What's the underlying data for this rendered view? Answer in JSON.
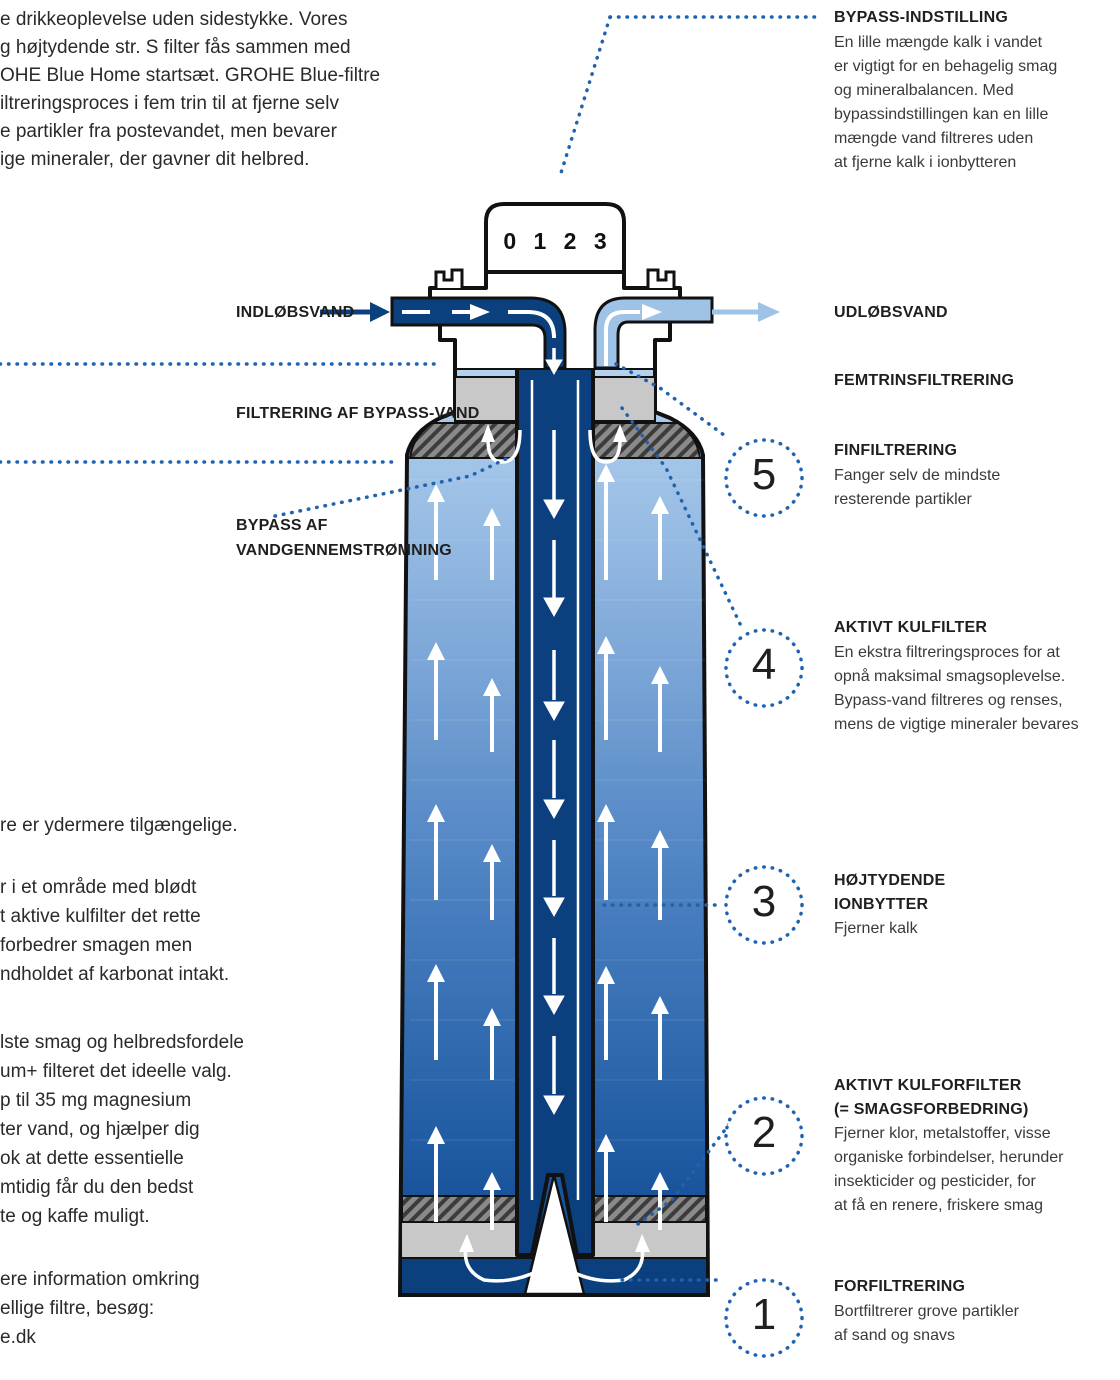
{
  "intro": {
    "lines": [
      "e drikkeoplevelse uden sidestykke. Vores",
      "g højtydende str. S filter fås sammen med",
      "OHE Blue Home startsæt. GROHE Blue-filtre",
      "iltreringsproces i fem trin til at fjerne selv",
      "e partikler fra postevandet, men bevarer",
      "ige mineraler, der gavner dit helbred."
    ]
  },
  "side_text": {
    "line_a": "re er ydermere tilgængelige.",
    "block_b": [
      "r i et område med blødt",
      "t aktive kulfilter det rette",
      "forbedrer smagen men",
      "ndholdet af karbonat intakt."
    ],
    "block_c": [
      "lste smag og helbredsfordele",
      "um+ filteret det ideelle valg.",
      "p til 35 mg magnesium",
      "ter vand, og hjælper dig",
      "ok at dette essentielle",
      "mtidig får du den bedst",
      "te og kaffe muligt."
    ],
    "block_d": [
      "ere information omkring",
      "ellige filtre, besøg:",
      "e.dk"
    ]
  },
  "left_labels": {
    "inlet": "INDLØBSVAND",
    "bypass_filtering": "FILTRERING AF BYPASS-VAND",
    "bypass_flow": [
      "BYPASS AF",
      "VANDGENNEMSTRØMNING"
    ]
  },
  "bypass_setting": {
    "title": "BYPASS-INDSTILLING",
    "lines": [
      "En lille mængde kalk i vandet",
      "er vigtigt for en behagelig smag",
      "og mineralbalancen. Med",
      "bypassindstillingen kan en lille",
      "mængde vand filtreres uden",
      "at fjerne kalk i ionbytteren"
    ]
  },
  "dial": {
    "settings": [
      "0",
      "1",
      "2",
      "3"
    ]
  },
  "outlet_label": "UDLØBSVAND",
  "five_stage_label": "FEMTRINSFILTRERING",
  "stages": [
    {
      "number": "5",
      "title": [
        "FINFILTRERING"
      ],
      "lines": [
        "Fanger selv de mindste",
        "resterende partikler"
      ]
    },
    {
      "number": "4",
      "title": [
        "AKTIVT KULFILTER"
      ],
      "lines": [
        "En ekstra filtreringsproces for at",
        "opnå maksimal smagsoplevelse.",
        "Bypass-vand filtreres og renses,",
        "mens de vigtige mineraler bevares"
      ]
    },
    {
      "number": "3",
      "title": [
        "HØJTYDENDE",
        "IONBYTTER"
      ],
      "lines": [
        "Fjerner kalk"
      ]
    },
    {
      "number": "2",
      "title": [
        "AKTIVT KULFORFILTER",
        "(= SMAGSFORBEDRING)"
      ],
      "lines": [
        "Fjerner klor, metalstoffer, visse",
        "organiske forbindelser, herunder",
        "insekticider og pesticider, for",
        "at få en renere, friskere smag"
      ]
    },
    {
      "number": "1",
      "title": [
        "FORFILTRERING"
      ],
      "lines": [
        "Bortfiltrerer grove partikler",
        "af sand og snavs"
      ]
    }
  ],
  "colors": {
    "dark_blue": "#0b3f7d",
    "light_blue": "#9ec3e6",
    "dotted": "#1f63b0",
    "grey_filter": "#c8c8c8",
    "hatch": "#5a5a5a"
  }
}
